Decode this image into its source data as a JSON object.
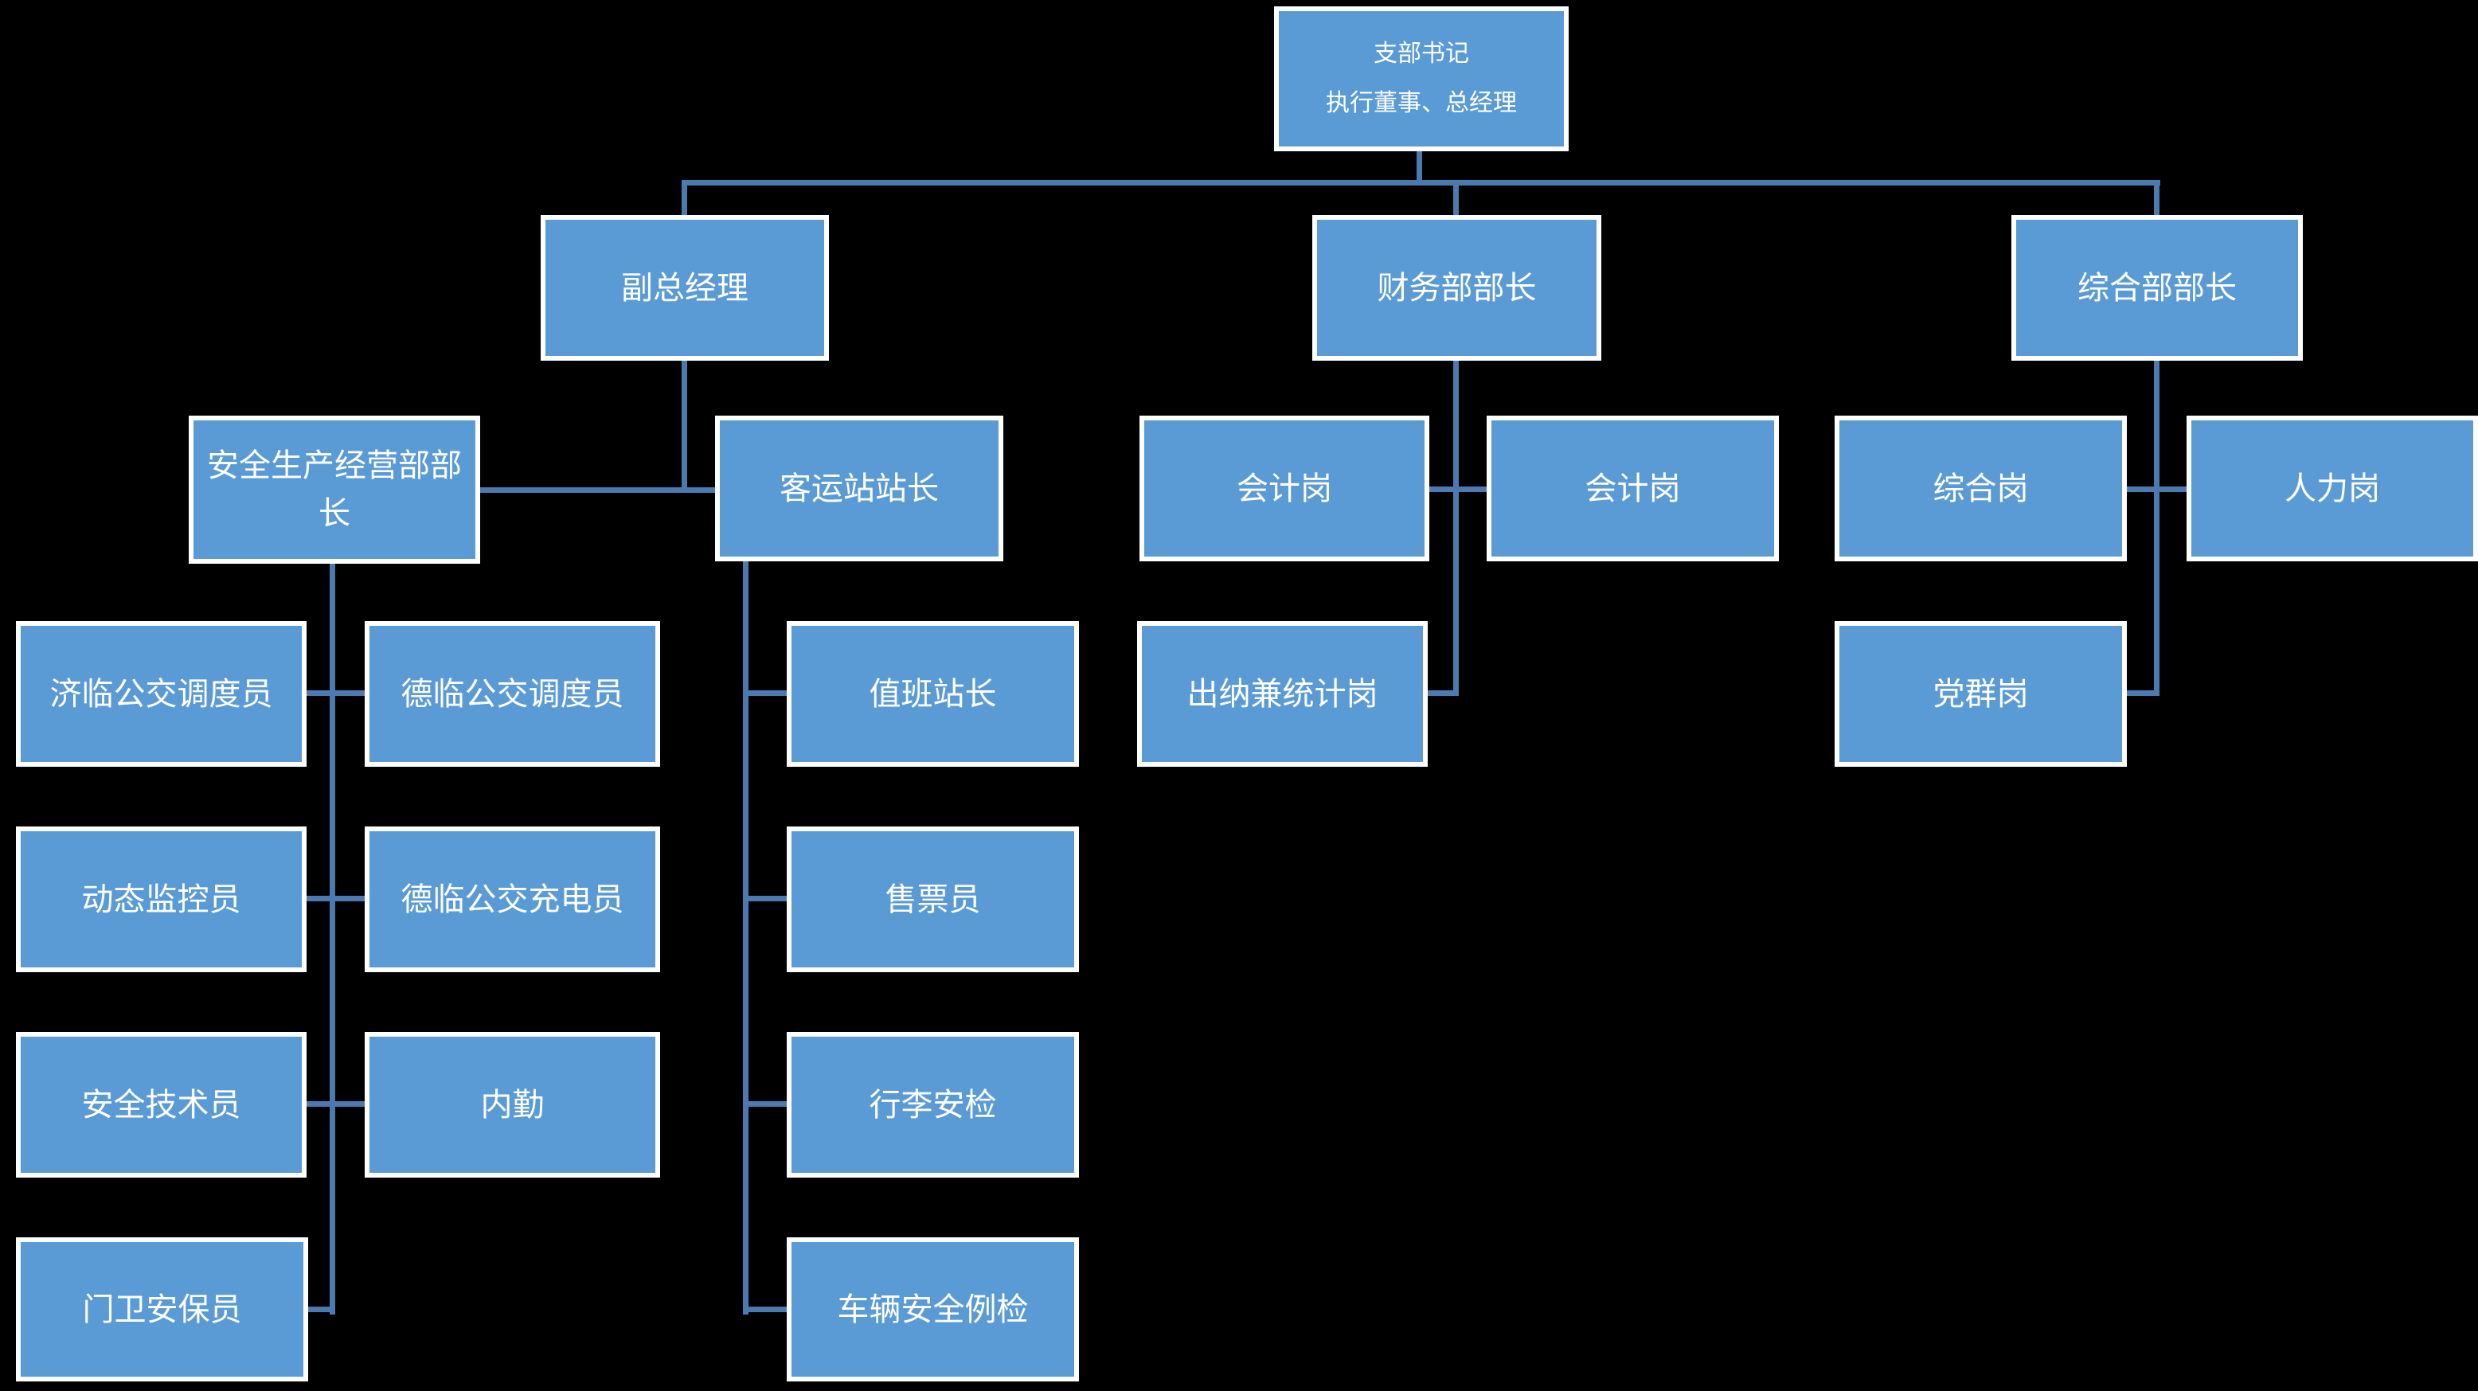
{
  "colors": {
    "background": "#000000",
    "node_fill": "#5B9BD5",
    "node_border": "#FFFFFF",
    "node_text": "#FFFFFF",
    "connector": "#4A7AB0"
  },
  "org": {
    "root": {
      "line1": "支部书记",
      "line2": "执行董事、总经理"
    },
    "vice_gm": "副总经理",
    "finance_head": "财务部部长",
    "general_head": "综合部部长",
    "safety_ops_head": "安全生产经营部部长",
    "station_master": "客运站站长",
    "accounting_1": "会计岗",
    "accounting_2": "会计岗",
    "general_post": "综合岗",
    "hr_post": "人力岗",
    "jilin_bus_dispatcher": "济临公交调度员",
    "delin_bus_dispatcher": "德临公交调度员",
    "duty_station_master": "值班站长",
    "cashier_statistics": "出纳兼统计岗",
    "party_mass_post": "党群岗",
    "dynamic_monitor": "动态监控员",
    "delin_bus_charger": "德临公交充电员",
    "ticket_seller": "售票员",
    "safety_technician": "安全技术员",
    "internal_clerk": "内勤",
    "luggage_security_check": "行李安检",
    "gate_security_guard": "门卫安保员",
    "vehicle_daily_safety_check": "车辆安全例检"
  }
}
